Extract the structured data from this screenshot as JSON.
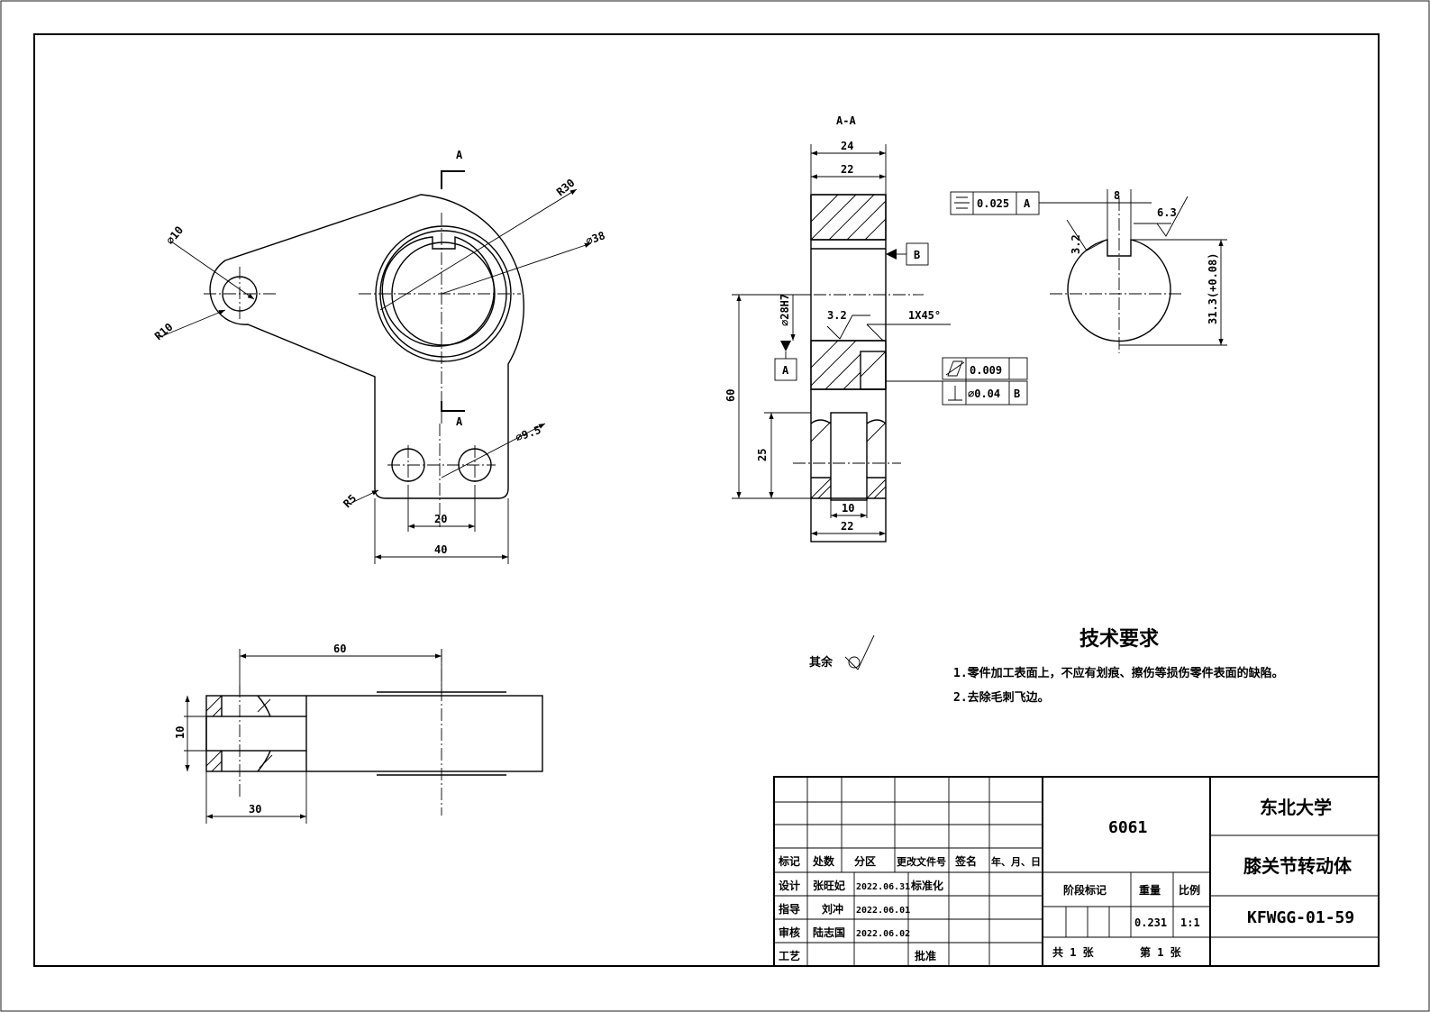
{
  "views": {
    "front": {
      "section_mark_top": "A",
      "section_mark_bottom": "A",
      "dims": {
        "r30": "R30",
        "d38": "⌀38",
        "d10": "⌀10",
        "r10": "R10",
        "d9_5": "⌀9.5",
        "r5": "R5",
        "w20": "20",
        "w40": "40"
      }
    },
    "section": {
      "title": "A-A",
      "dims": {
        "w24": "24",
        "w22_top": "22",
        "bore": "⌀28H7",
        "h60": "60",
        "h25": "25",
        "w10": "10",
        "w22_bot": "22",
        "rough": "3.2",
        "chamfer": "1X45°"
      },
      "datum_a": "A",
      "datum_b": "B",
      "tol_cyl": "0.009",
      "tol_perp": "⌀0.04",
      "tol_perp_ref": "B"
    },
    "keyway": {
      "tol_sym": "0.025",
      "tol_sym_ref": "A",
      "w8": "8",
      "rough_63": "6.3",
      "rough_32": "3.2",
      "depth": "31.3(+0.08)"
    },
    "top": {
      "w60": "60",
      "h10": "10",
      "w30": "30"
    }
  },
  "other_roughness": "其余",
  "tech_req": {
    "title": "技术要求",
    "line1": "1.零件加工表面上，不应有划痕、擦伤等损伤零件表面的缺陷。",
    "line2": "2.去除毛刺飞边。"
  },
  "title_block": {
    "material": "6061",
    "university": "东北大学",
    "part_name": "膝关节转动体",
    "drawing_no": "KFWGG-01-59",
    "col_mark": "标记",
    "col_count": "处数",
    "col_zone": "分区",
    "col_doc": "更改文件号",
    "col_sign": "签名",
    "col_date": "年、月、日",
    "design": "设计",
    "designer": "张旺妃",
    "design_date": "2022.06.31",
    "standard": "标准化",
    "guide": "指导",
    "guide_name": "刘冲",
    "guide_date": "2022.06.01",
    "review": "审核",
    "reviewer": "陆志国",
    "review_date": "2022.06.02",
    "craft": "工艺",
    "approve": "批准",
    "stage": "阶段标记",
    "weight_label": "重量",
    "scale_label": "比例",
    "weight": "0.231",
    "scale": "1:1",
    "total_sheets": "共  1  张",
    "sheet_no": "第  1  张"
  }
}
